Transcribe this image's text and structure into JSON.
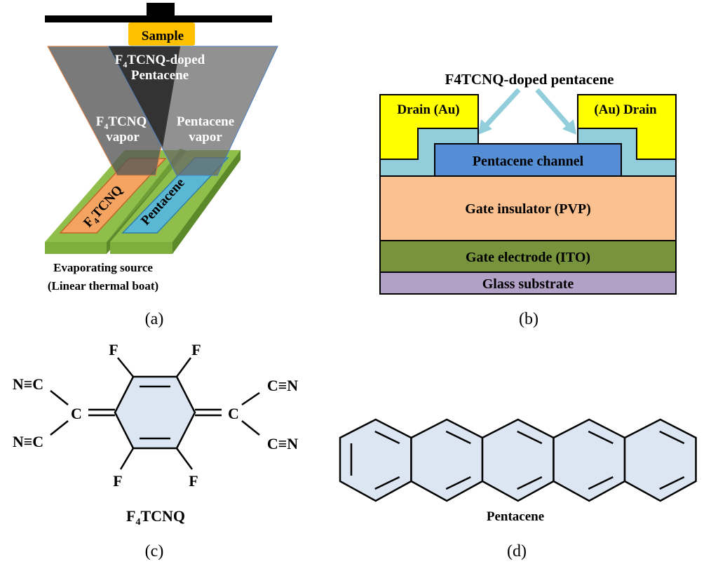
{
  "panel_a": {
    "caption": "(a)",
    "sample_label": "Sample",
    "doped_label_line1_main": "F",
    "doped_label_line1_sub": "4",
    "doped_label_line1_rest": "TCNQ-doped",
    "doped_label_line2": "Pentacene",
    "f4tcnq_vapor_line1_main": "F",
    "f4tcnq_vapor_line1_sub": "4",
    "f4tcnq_vapor_line1_rest": "TCNQ",
    "f4tcnq_vapor_line2": "vapor",
    "pentacene_vapor_line1": "Pentacene",
    "pentacene_vapor_line2": "vapor",
    "boat_left_main": "F",
    "boat_left_sub": "4",
    "boat_left_rest": "TCNQ",
    "boat_right_label": "Pentacene",
    "source_line1": "Evaporating source",
    "source_line2": "(Linear thermal boat)",
    "colors": {
      "sample": "#ffc000",
      "holder": "#000000",
      "cone": "#555555",
      "overlap": "#333333",
      "boat_top": "#8fbf4a",
      "boat_side": "#6e9c35",
      "f4tcnq_fill": "#f4a460",
      "pentacene_fill": "#5bb8d4"
    }
  },
  "panel_b": {
    "caption": "(b)",
    "title": "F4TCNQ-doped pentacene",
    "drain_left": "Drain (Au)",
    "drain_right": "(Au) Drain",
    "channel": "Pentacene channel",
    "insulator": "Gate insulator (PVP)",
    "electrode": "Gate electrode (ITO)",
    "substrate": "Glass substrate",
    "colors": {
      "drain": "#ffff00",
      "doped": "#92cddc",
      "channel": "#558ed5",
      "insulator": "#fac090",
      "electrode": "#77933c",
      "substrate": "#b2a1c7",
      "arrow": "#92cddc"
    }
  },
  "panel_c": {
    "caption": "(c)",
    "name_main": "F",
    "name_sub": "4",
    "name_rest": "TCNQ",
    "atoms": {
      "f_tl": "F",
      "f_tr": "F",
      "f_bl": "F",
      "f_br": "F",
      "c_left": "C",
      "c_right": "C",
      "nc_tl": "N≡C",
      "nc_bl": "N≡C",
      "cn_tr": "C≡N",
      "cn_br": "C≡N"
    },
    "ring_fill": "#dce6f2"
  },
  "panel_d": {
    "caption": "(d)",
    "name": "Pentacene",
    "ring_fill": "#dce6f2"
  }
}
